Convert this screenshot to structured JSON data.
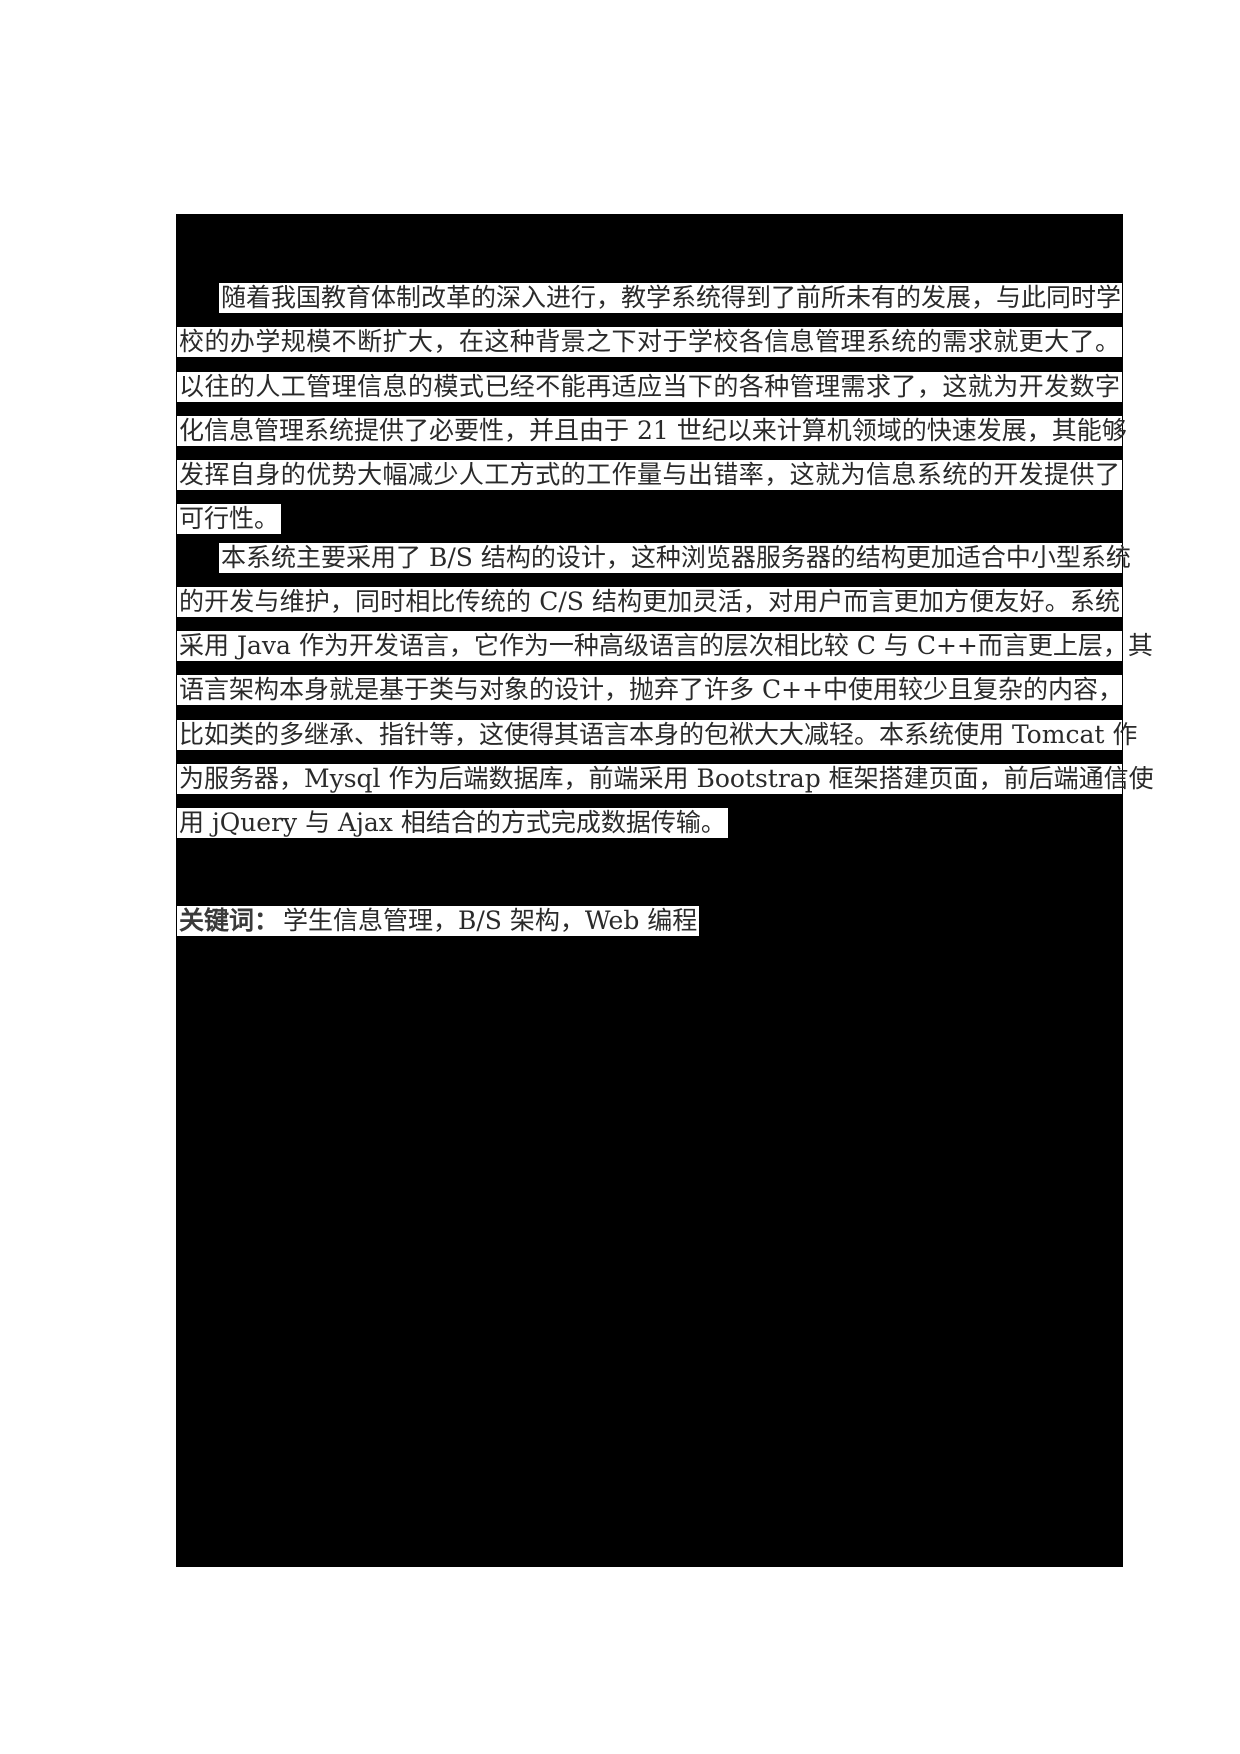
{
  "document": {
    "redaction_color": "#000000",
    "highlight_color": "#ffffff",
    "paragraph1": {
      "lines": [
        "随着我国教育体制改革的深入进行，教学系统得到了前所未有的发展，与此同时学",
        "校的办学规模不断扩大，在这种背景之下对于学校各信息管理系统的需求就更大了。",
        "以往的人工管理信息的模式已经不能再适应当下的各种管理需求了，这就为开发数字",
        "化信息管理系统提供了必要性，并且由于 21 世纪以来计算机领域的快速发展，其能够",
        "发挥自身的优势大幅减少人工方式的工作量与出错率，这就为信息系统的开发提供了",
        "可行性。"
      ]
    },
    "paragraph2": {
      "lines": [
        "本系统主要采用了 B/S 结构的设计，这种浏览器服务器的结构更加适合中小型系统",
        "的开发与维护，同时相比传统的 C/S 结构更加灵活，对用户而言更加方便友好。系统",
        "采用 Java 作为开发语言，它作为一种高级语言的层次相比较 C 与 C++而言更上层，其",
        "语言架构本身就是基于类与对象的设计，抛弃了许多 C++中使用较少且复杂的内容，",
        "比如类的多继承、指针等，这使得其语言本身的包袱大大减轻。本系统使用 Tomcat 作",
        "为服务器，Mysql 作为后端数据库，前端采用 Bootstrap 框架搭建页面，前后端通信使",
        "用 jQuery 与 Ajax 相结合的方式完成数据传输。"
      ]
    },
    "keywords": {
      "label": "关键词：",
      "value": "学生信息管理，B/S 架构，Web 编程"
    }
  }
}
